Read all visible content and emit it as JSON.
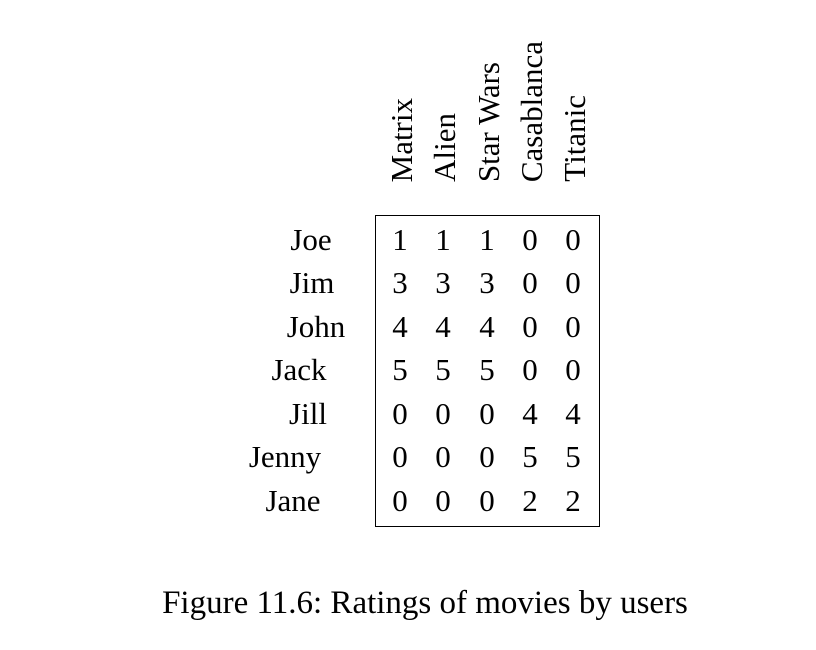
{
  "figure": {
    "columns": [
      "Matrix",
      "Alien",
      "Star Wars",
      "Casablanca",
      "Titanic"
    ],
    "rows": [
      {
        "name": "Joe",
        "ratings": [
          "1",
          "1",
          "1",
          "0",
          "0"
        ]
      },
      {
        "name": "Jim",
        "ratings": [
          "3",
          "3",
          "3",
          "0",
          "0"
        ]
      },
      {
        "name": "John",
        "ratings": [
          "4",
          "4",
          "4",
          "0",
          "0"
        ]
      },
      {
        "name": "Jack",
        "ratings": [
          "5",
          "5",
          "5",
          "0",
          "0"
        ]
      },
      {
        "name": "Jill",
        "ratings": [
          "0",
          "0",
          "0",
          "4",
          "4"
        ]
      },
      {
        "name": "Jenny",
        "ratings": [
          "0",
          "0",
          "0",
          "5",
          "5"
        ]
      },
      {
        "name": "Jane",
        "ratings": [
          "0",
          "0",
          "0",
          "2",
          "2"
        ]
      }
    ],
    "caption": "Figure 11.6: Ratings of movies by users"
  }
}
